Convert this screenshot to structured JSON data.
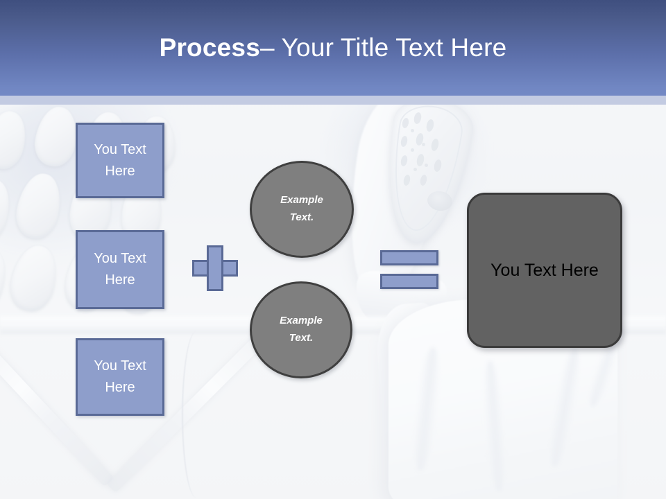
{
  "slide": {
    "title": {
      "strong": "Process",
      "rest": " – Your Title Text Here",
      "full": "Process – Your Title Text Here"
    },
    "colors": {
      "header_top": "#3f4f7f",
      "header_bottom": "#7388c4",
      "header_underband": "#c3cbe2",
      "box_fill": "#8e9ecb",
      "box_border": "#5a6a96",
      "circle_fill": "#7f7f7f",
      "circle_border": "#3f3f3f",
      "result_fill": "#626262",
      "result_border": "#3b3b3b",
      "box_text": "#ffffff",
      "result_text": "#000000",
      "background": "#f2f3f5"
    },
    "background_photo": {
      "description": "ironing board with steam iron, laundry rack slats and a draped white shirt",
      "washed_out": true
    },
    "input_boxes": [
      {
        "text": "You Text Here"
      },
      {
        "text": "You Text Here"
      },
      {
        "text": "You Text Here"
      }
    ],
    "operators": {
      "plus": "+",
      "equals": "="
    },
    "circles": [
      {
        "line1": "Example",
        "line2": "Text."
      },
      {
        "line1": "Example",
        "line2": "Text."
      }
    ],
    "result": {
      "text": "You Text Here"
    }
  }
}
